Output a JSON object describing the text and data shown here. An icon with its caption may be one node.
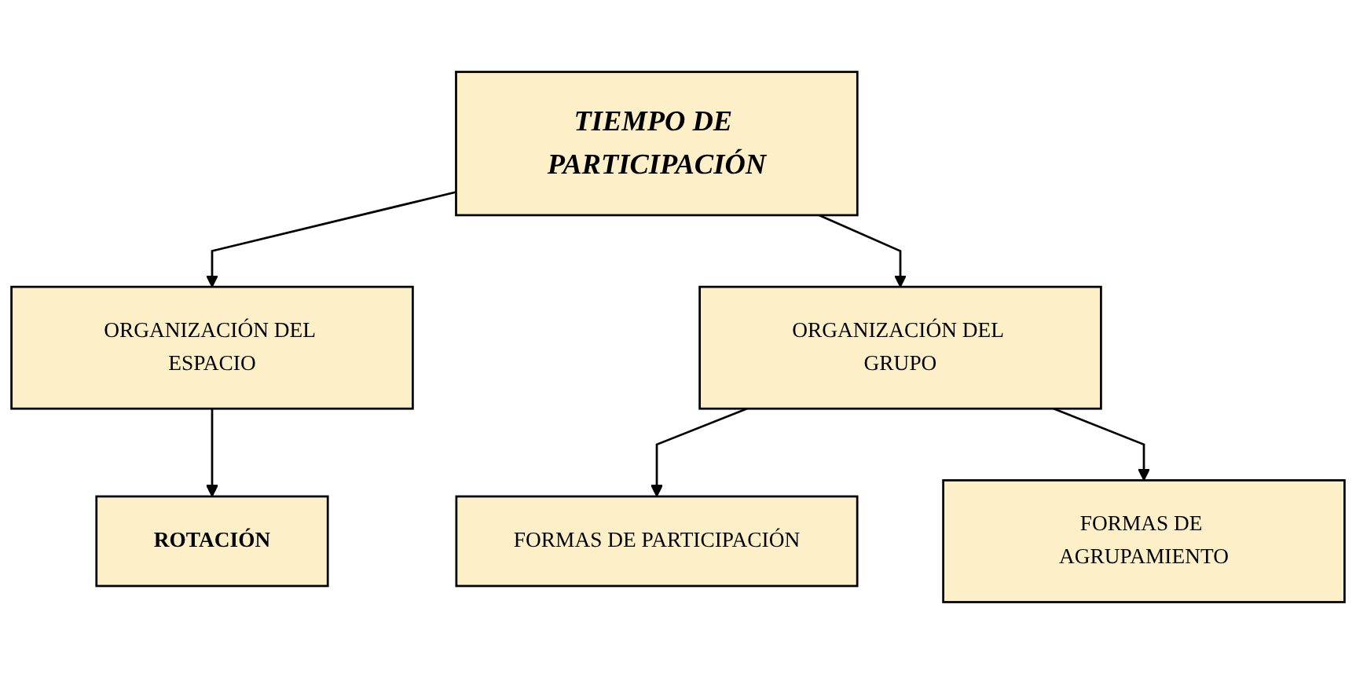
{
  "diagram": {
    "nodes": [
      {
        "text": [
          "TIEMPO DE PARTICIPACIÓN"
        ]
      },
      {
        "text": [
          "ORGANIZACIÓN DEL ESPACIO"
        ]
      },
      {
        "text": [
          "ORGANIZACIÓN DEL GRUPO"
        ]
      },
      {
        "text": [
          "ROTACIÓN"
        ]
      },
      {
        "text": [
          "FORMAS DE PARTICIPACIÓN"
        ]
      },
      {
        "text": [
          "FORMAS DE AGRUPAMIENTO"
        ]
      }
    ],
    "edges": [
      {
        "from": 0,
        "to": 1,
        "arrow": "to"
      },
      {
        "from": 0,
        "to": 2,
        "arrow": "to"
      },
      {
        "from": 1,
        "to": 3,
        "arrow": "to"
      },
      {
        "from": 2,
        "to": 4,
        "arrow": "to"
      },
      {
        "from": 2,
        "to": 5,
        "arrow": "to"
      }
    ]
  }
}
